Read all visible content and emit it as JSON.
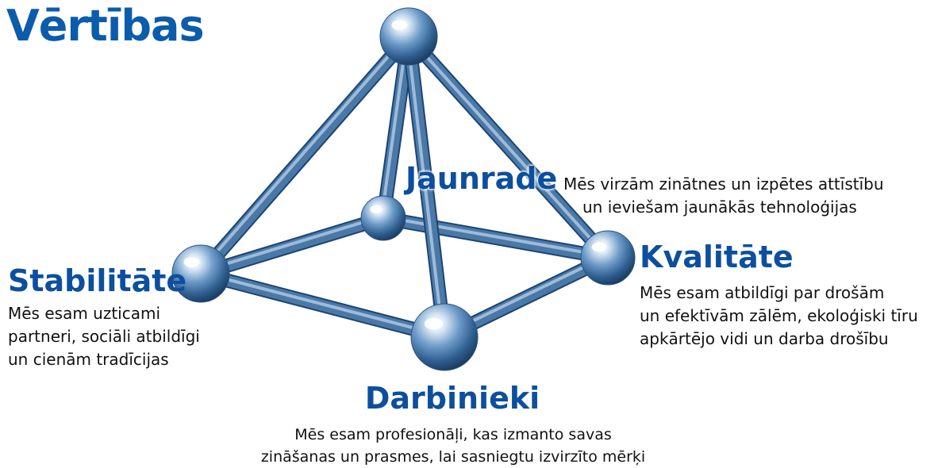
{
  "title": "Vērtības",
  "colors": {
    "title": "#0b5cab",
    "heading": "#0d4f9e",
    "text": "#111111",
    "rod": "#4a79a8",
    "sphere": "#5f8fbf"
  },
  "values": {
    "innovation": {
      "heading": "Jaunrade",
      "lines": [
        "Mēs virzām zinātnes un izpētes attīstību",
        "un ieviešam jaunākās tehnoloģijas"
      ]
    },
    "stability": {
      "heading": "Stabilitāte",
      "lines": [
        "Mēs esam uzticami",
        "partneri, sociāli atbildīgi",
        "un cienām tradīcijas"
      ]
    },
    "quality": {
      "heading": "Kvalitāte",
      "lines": [
        "Mēs esam atbildīgi par drošām",
        "un efektīvām zālēm, ekoloģiski tīru",
        "apkārtējo vidi un darba drošību"
      ]
    },
    "employees": {
      "heading": "Darbinieki",
      "lines": [
        "Mēs esam profesionāļi, kas izmanto savas",
        "zināšanas un prasmes, lai sasniegtu izvirzīto mērķi"
      ]
    }
  },
  "structure": {
    "nodes": [
      "apex",
      "back",
      "left",
      "right",
      "front"
    ],
    "edges": [
      [
        "apex",
        "back"
      ],
      [
        "back",
        "left"
      ],
      [
        "back",
        "right"
      ],
      [
        "apex",
        "left"
      ],
      [
        "left",
        "front"
      ],
      [
        "front",
        "right"
      ],
      [
        "apex",
        "right"
      ],
      [
        "apex",
        "front"
      ]
    ]
  }
}
